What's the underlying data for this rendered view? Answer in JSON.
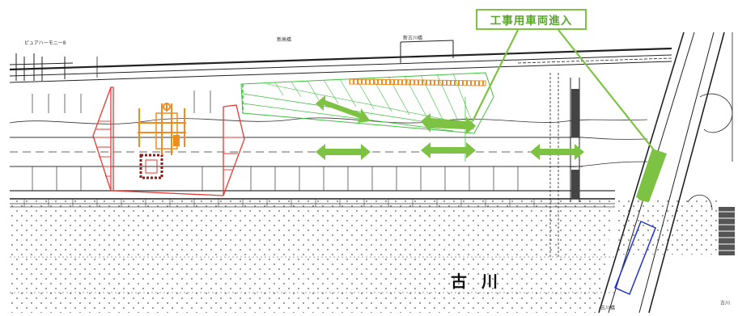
{
  "callout": {
    "label": "工事用車両進入"
  },
  "river": {
    "label": "古川"
  },
  "labels": {
    "top_left": "ピュアハーモニー8",
    "top_mid": "新高橋",
    "top_mid2": "新古川橋",
    "bridge": "古川橋",
    "bottom_right": "古川"
  },
  "colors": {
    "green_arrow": "#7dc243",
    "green_area": "#3fbf3f",
    "red_outline": "#e53935",
    "orange": "#f08c1e",
    "blue": "#2233cc"
  }
}
